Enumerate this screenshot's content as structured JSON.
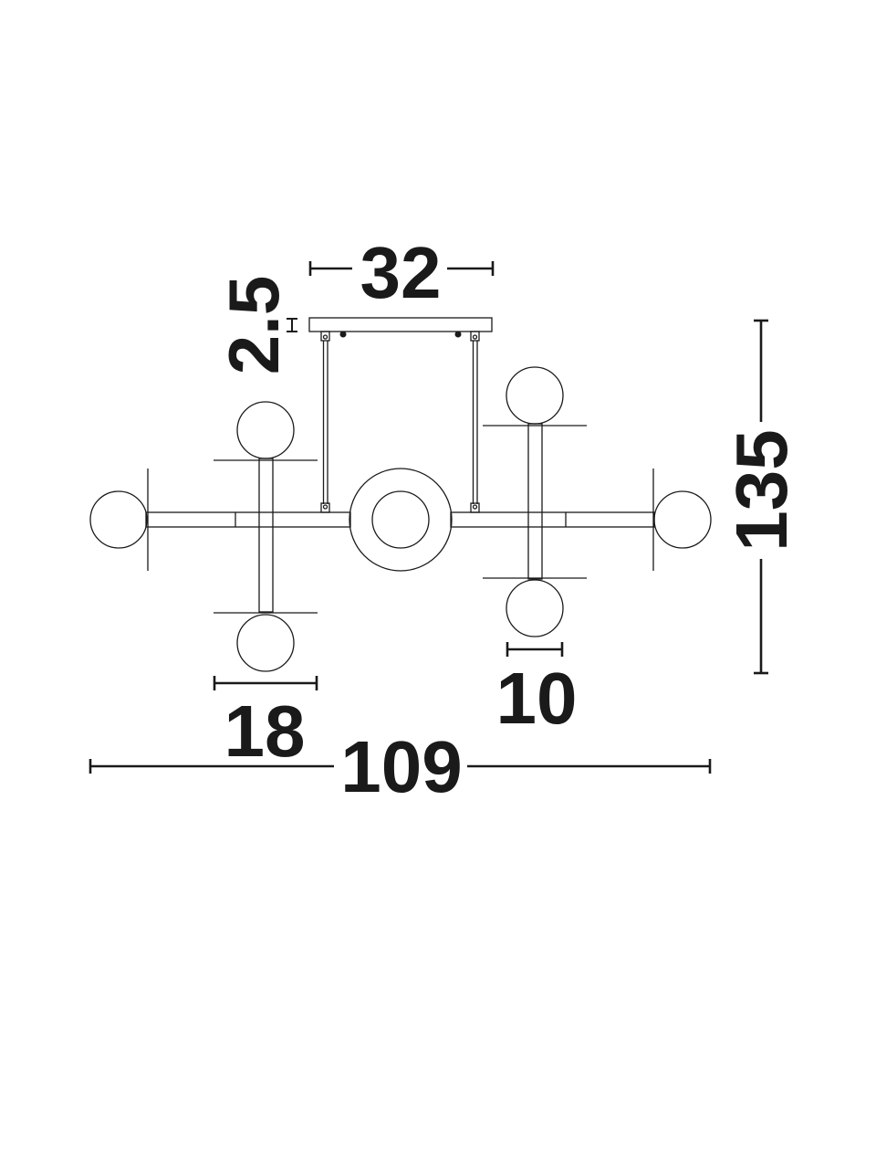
{
  "dimensions": {
    "canopy_width": "32",
    "canopy_height": "2.5",
    "total_height": "135",
    "arm_depth": "18",
    "globe_diameter": "10",
    "total_width": "109"
  },
  "colors": {
    "line": "#1a1a1a",
    "background": "#ffffff"
  }
}
